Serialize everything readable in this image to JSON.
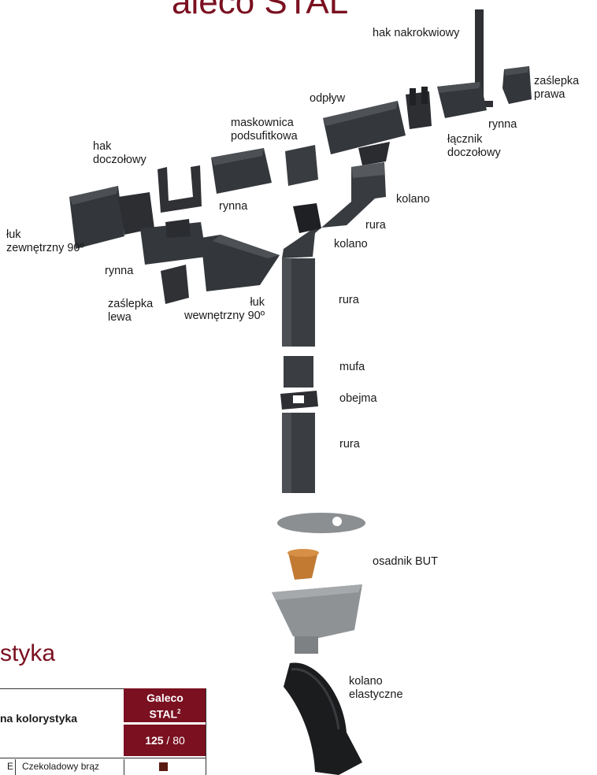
{
  "header": {
    "title_fragment": "aleco STAL"
  },
  "labels": {
    "hak_nakrokwiowy": "hak nakrokwiowy",
    "zaslepka_prawa_1": "zaślepka",
    "zaslepka_prawa_2": "prawa",
    "odplyw": "odpływ",
    "rynna_right": "rynna",
    "maskownica_1": "maskownica",
    "maskownica_2": "podsufitkowa",
    "lacznik_1": "łącznik",
    "lacznik_2": "doczołowy",
    "hak_doczolowy_1": "hak",
    "hak_doczolowy_2": "doczołowy",
    "kolano_top": "kolano",
    "rynna_mid": "rynna",
    "rura_top": "rura",
    "luk_zew_1": "łuk",
    "luk_zew_2": "zewnętrzny 90º",
    "kolano_second": "kolano",
    "rynna_left": "rynna",
    "zaslepka_lewa_1": "zaślepka",
    "zaslepka_lewa_2": "lewa",
    "luk_wew_1": "łuk",
    "luk_wew_2": "wewnętrzny 90º",
    "rura_mid": "rura",
    "mufa": "mufa",
    "obejma": "obejma",
    "rura_bottom": "rura",
    "osadnik": "osadnik BUT",
    "kolano_elast_1": "kolano",
    "kolano_elast_2": "elastyczne"
  },
  "section": {
    "title_fragment": "styka"
  },
  "table": {
    "header_left": "na kolorystyka",
    "galeco_1": "Galeco",
    "galeco_2": "STAL",
    "galeco_sup": "2",
    "size_bold": "125",
    "size_rest": " / 80",
    "row_code_fragment": "E",
    "row_color_name": "Czekoladowy brąz",
    "row_swatch_color": "#5a1a12"
  },
  "colors": {
    "accent": "#7a1020",
    "part": "#3a3d41",
    "part_dark": "#26282b",
    "gray_part": "#8a8d90"
  }
}
